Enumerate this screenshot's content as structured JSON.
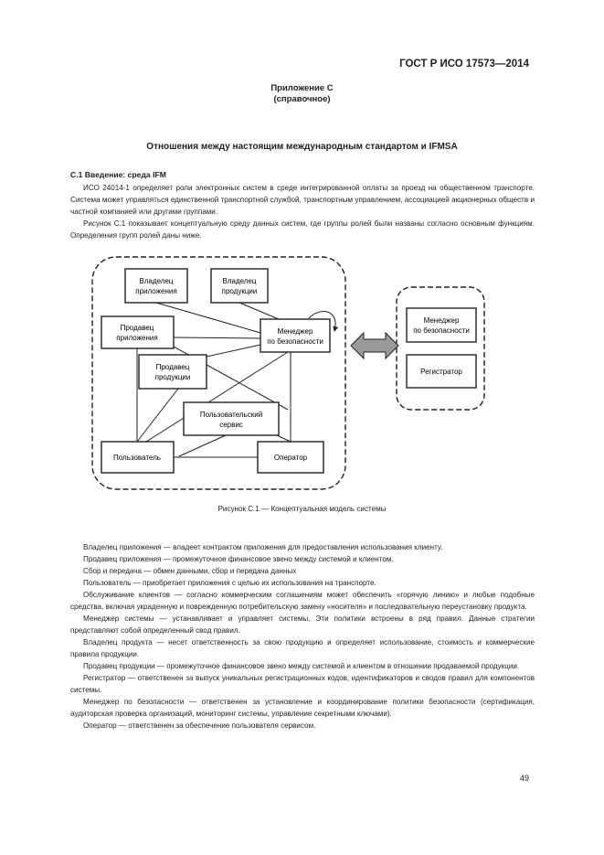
{
  "header": {
    "standard": "ГОСТ Р ИСО 17573—2014"
  },
  "appendix": {
    "title": "Приложение С",
    "subtitle": "(справочное)"
  },
  "heading": "Отношения между настоящим международным стандартом и IFMSA",
  "section": {
    "title": "С.1  Введение: среда IFM"
  },
  "intro": [
    "ИСО 24014-1 определяет роли электронных систем в среде интегрированной оплаты за проезд на общественном транспорте. Система может управляться единственной транспортной службой, транспортным управлением, ассоциацией акционерных обществ и частной компанией или другими группами.",
    "Рисунок С.1 показывает концептуальную среду данных систем, где группы ролей были названы согласно основным функциям. Определения групп ролей даны ниже."
  ],
  "diagram": {
    "boxes": {
      "app_owner": [
        "Владелец",
        "приложения"
      ],
      "prod_owner": [
        "Владелец",
        "продукции"
      ],
      "app_seller": [
        "Продавец",
        "приложения"
      ],
      "sec_manager": [
        "Менеджер",
        "по безопасности"
      ],
      "prod_seller": [
        "Продавец",
        "продукции"
      ],
      "user_service": [
        "Пользовательский",
        "сервис"
      ],
      "user": [
        "Пользователь"
      ],
      "operator": [
        "Оператор"
      ],
      "ext_manager": [
        "Менеджер",
        "по безопасности"
      ],
      "registrar": [
        "Регистратор"
      ]
    },
    "colors": {
      "line": "#222222",
      "arrow_fill": "#9a9a9a"
    }
  },
  "caption": "Рисунок С.1 — Концептуальная модель системы",
  "definitions": [
    "Владелец приложения — владеет контрактом приложения для предоставления использования клиенту.",
    "Продавец приложения — промежуточное финансовое звено между системой и клиентом.",
    "Сбор и передача — обмен данными, сбор и передача данных",
    "Пользователь — приобретает приложения с целью их использования на транспорте.",
    "Обслуживание клиентов — согласно коммерческим соглашениям может обеспечить «горячую линию» и любые подобные средства, включая украденную и поврежденную потребительскую замену «носителя» и последовательную переустановку продукта.",
    "Менеджер системы — устанавливает и управляет системы. Эти политики встроены в ряд правил. Данные стратегии представляют собой определенный свод правил.",
    "Владелец продукта — несет ответственность за свою продукцию и определяет использование, стоимость и коммерческие правила продукции.",
    "Продавец продукции — промежуточное финансовое звено между системой и клиентом в отношении продаваемой продукции.",
    "Регистратор — ответственен за выпуск уникальных регистрационных кодов, идентификаторов и сводов правил для компонентов системы.",
    "Менеджер по безопасности — ответственен за установление и координирование политики безопасности (сертификация, аудиторская проверка организаций, мониторинг системы, управление секретными ключами).",
    "Оператор — ответственен за обеспечение пользователя сервисом."
  ],
  "page_number": "49"
}
